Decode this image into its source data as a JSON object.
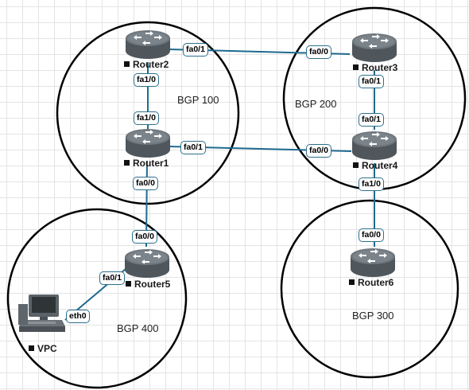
{
  "areas": {
    "bgp100": "BGP 100",
    "bgp200": "BGP 200",
    "bgp300": "BGP 300",
    "bgp400": "BGP 400"
  },
  "devices": {
    "router1": "Router1",
    "router2": "Router2",
    "router3": "Router3",
    "router4": "Router4",
    "router5": "Router5",
    "router6": "Router6",
    "vpc": "VPC"
  },
  "ports": {
    "r2_fa01": "fa0/1",
    "r2_fa10": "fa1/0",
    "r1_fa10": "fa1/0",
    "r1_fa01": "fa0/1",
    "r1_fa00": "fa0/0",
    "r3_fa00": "fa0/0",
    "r3_fa01": "fa0/1",
    "r4_fa01": "fa0/1",
    "r4_fa00": "fa0/0",
    "r4_fa10": "fa1/0",
    "r6_fa00": "fa0/0",
    "r5_fa00": "fa0/0",
    "r5_fa01": "fa0/1",
    "vpc_eth0": "eth0"
  },
  "colors": {
    "link": "#1e6a8f",
    "router_body": "#5a6268",
    "area_border": "#000000"
  },
  "icons": {
    "router": "router-icon",
    "pc": "pc-icon"
  }
}
